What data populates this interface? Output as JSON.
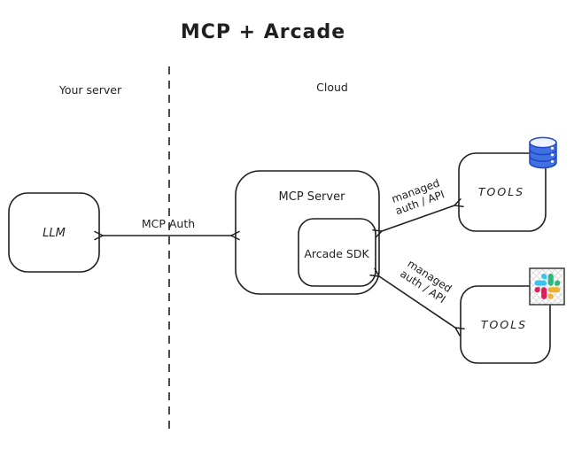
{
  "title": "MCP + Arcade",
  "zones": {
    "left": "Your server",
    "right": "Cloud"
  },
  "nodes": {
    "llm": "LLM",
    "mcp_server": "MCP Server",
    "arcade_sdk": "Arcade SDK",
    "tools_db": "TOOLS",
    "tools_slack": "TOOLS"
  },
  "edges": {
    "mcp_auth": "MCP Auth",
    "managed_auth_top": {
      "line1": "managed",
      "line2": "auth / API"
    },
    "managed_auth_bottom": {
      "line1": "managed",
      "line2": "auth / API"
    }
  },
  "icons": {
    "database": "database-icon",
    "slack": "slack-icon"
  },
  "colors": {
    "ink": "#1f1f1f",
    "db_fill": "#4170e0",
    "db_stroke": "#1e45c9",
    "slack_blue": "#36C5F0",
    "slack_green": "#2EB67D",
    "slack_red": "#E01E5A",
    "slack_yellow": "#ECB22E"
  }
}
